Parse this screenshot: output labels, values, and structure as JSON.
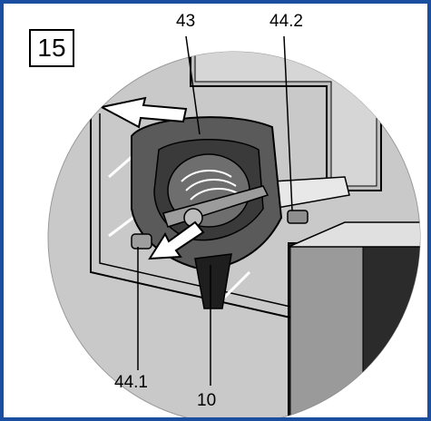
{
  "figure": {
    "step_number": "15",
    "callouts": [
      {
        "id": "43",
        "text": "43"
      },
      {
        "id": "44.2",
        "text": "44.2"
      },
      {
        "id": "44.1",
        "text": "44.1"
      },
      {
        "id": "10",
        "text": "10"
      }
    ]
  },
  "colors": {
    "frame_border": "#1a4ea1",
    "circle_fill": "#c8c8c8",
    "panel_fill": "#bdbdbd",
    "dark_fill": "#2a2a2a",
    "mid_gray": "#8a8a8a",
    "line": "#000000"
  }
}
